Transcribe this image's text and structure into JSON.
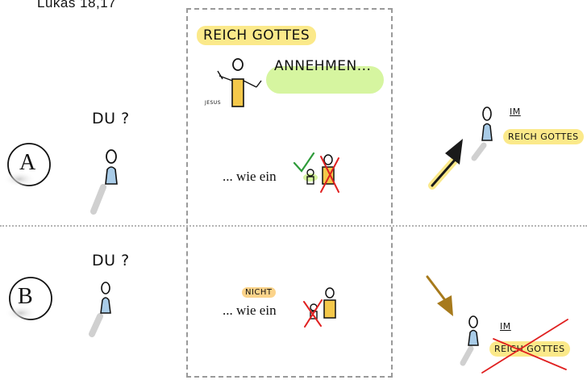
{
  "reference": "Lukas 18,17",
  "center_panel": {
    "title": "REICH GOTTES",
    "verb": "ANNEHMEN...",
    "jesus_label": "JESUS"
  },
  "row_a": {
    "letter": "A",
    "question": "DU ?",
    "comparison": "... wie ein",
    "result_im": "IM",
    "result_place": "REICH GOTTES"
  },
  "row_b": {
    "letter": "B",
    "question": "DU ?",
    "negation": "NICHT",
    "comparison": "... wie ein",
    "result_im": "IM",
    "result_place": "REICH GOTTES"
  },
  "icons": [
    "jesus-figure-icon",
    "person-a-icon",
    "person-b-icon",
    "child-figure-icon",
    "adult-figure-icon",
    "checkmark-icon",
    "cross-out-icon",
    "arrow-up-icon",
    "arrow-down-icon",
    "target-person-icon"
  ],
  "colors": {
    "yellow_highlight": "#fbe98a",
    "green_highlight": "#d6f5a0",
    "orange_highlight": "#fbd38a",
    "person_blue": "#a9cce8",
    "adult_yellow": "#f4c84a",
    "cross_red": "#e02020",
    "check_green": "#2e9b3a",
    "arrow_dark": "#1a1a1a",
    "arrow_brown": "#a77a1c"
  }
}
